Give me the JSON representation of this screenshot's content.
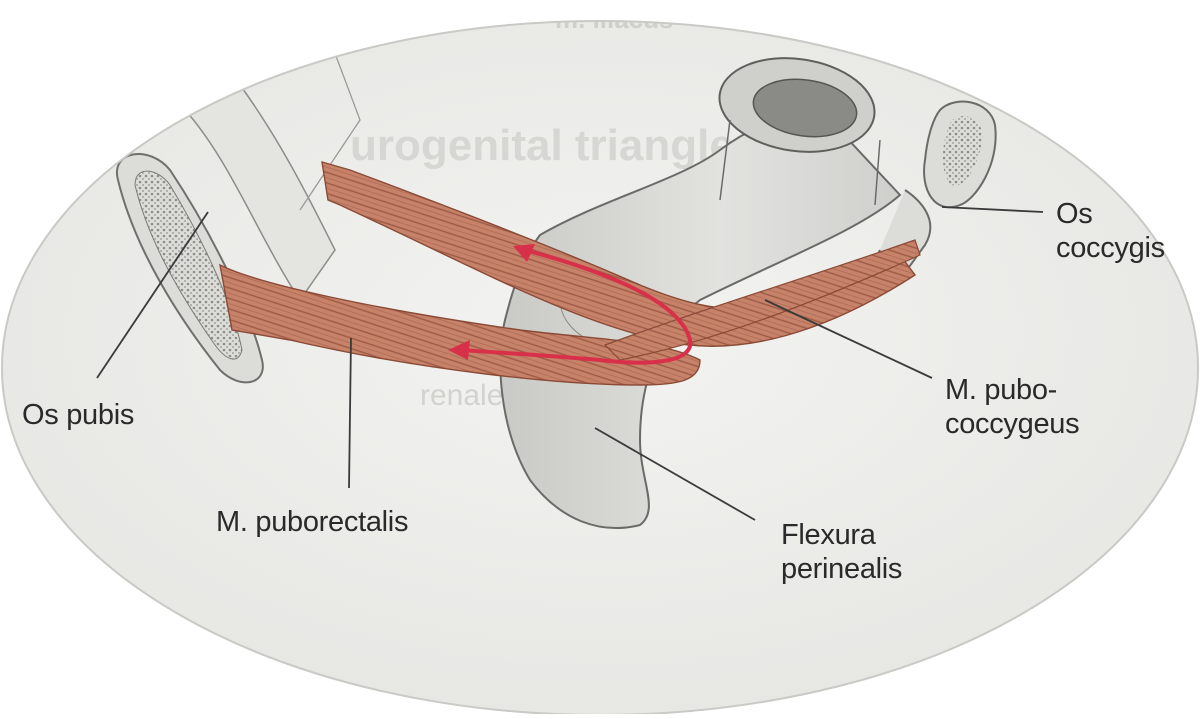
{
  "labels": {
    "os_pubis": "Os pubis",
    "m_puborectalis": "M. puborectalis",
    "flexura_line1": "Flexura",
    "flexura_line2": "perinealis",
    "pubo_line1": "M. pubo-",
    "pubo_line2": "coccygeus",
    "os_coccygis_line1": "Os",
    "os_coccygis_line2": "coccygis"
  },
  "background_text": {
    "top": "m. iliacus",
    "heading": "urogenital triangle",
    "middle": "renale"
  },
  "colors": {
    "muscle": "#c7826a",
    "muscle_dark": "#9c5a45",
    "muscle_light": "#dba38c",
    "arrow": "#d9304a",
    "bone": "#dcdcd9",
    "rectum": "#d3d3d1",
    "oval_background": "#eeeeec",
    "leader_line": "#3a3a3a"
  }
}
